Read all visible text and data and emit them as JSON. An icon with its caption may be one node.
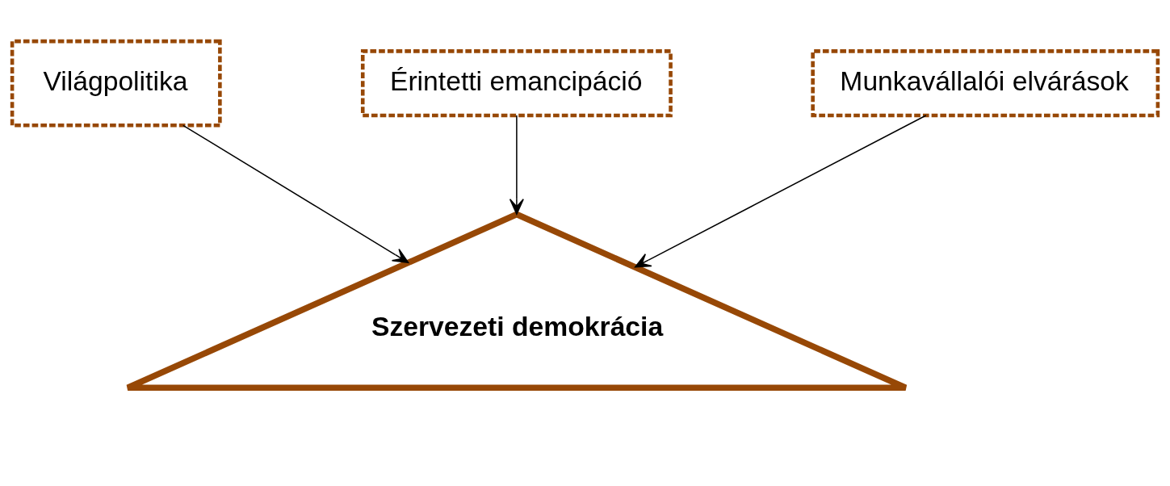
{
  "diagram": {
    "nodes": [
      {
        "text": [
          "Világpolitika"
        ]
      },
      {
        "text": [
          "Érintetti emancipáció"
        ]
      },
      {
        "text": [
          "Munkavállalói elvárások"
        ]
      },
      {
        "text": [
          "Szervezeti demokrácia"
        ]
      }
    ],
    "edges": [
      {
        "from": 0,
        "to": 3,
        "arrow": "to"
      },
      {
        "from": 1,
        "to": 3,
        "arrow": "to"
      },
      {
        "from": 2,
        "to": 3,
        "arrow": "to"
      }
    ]
  }
}
